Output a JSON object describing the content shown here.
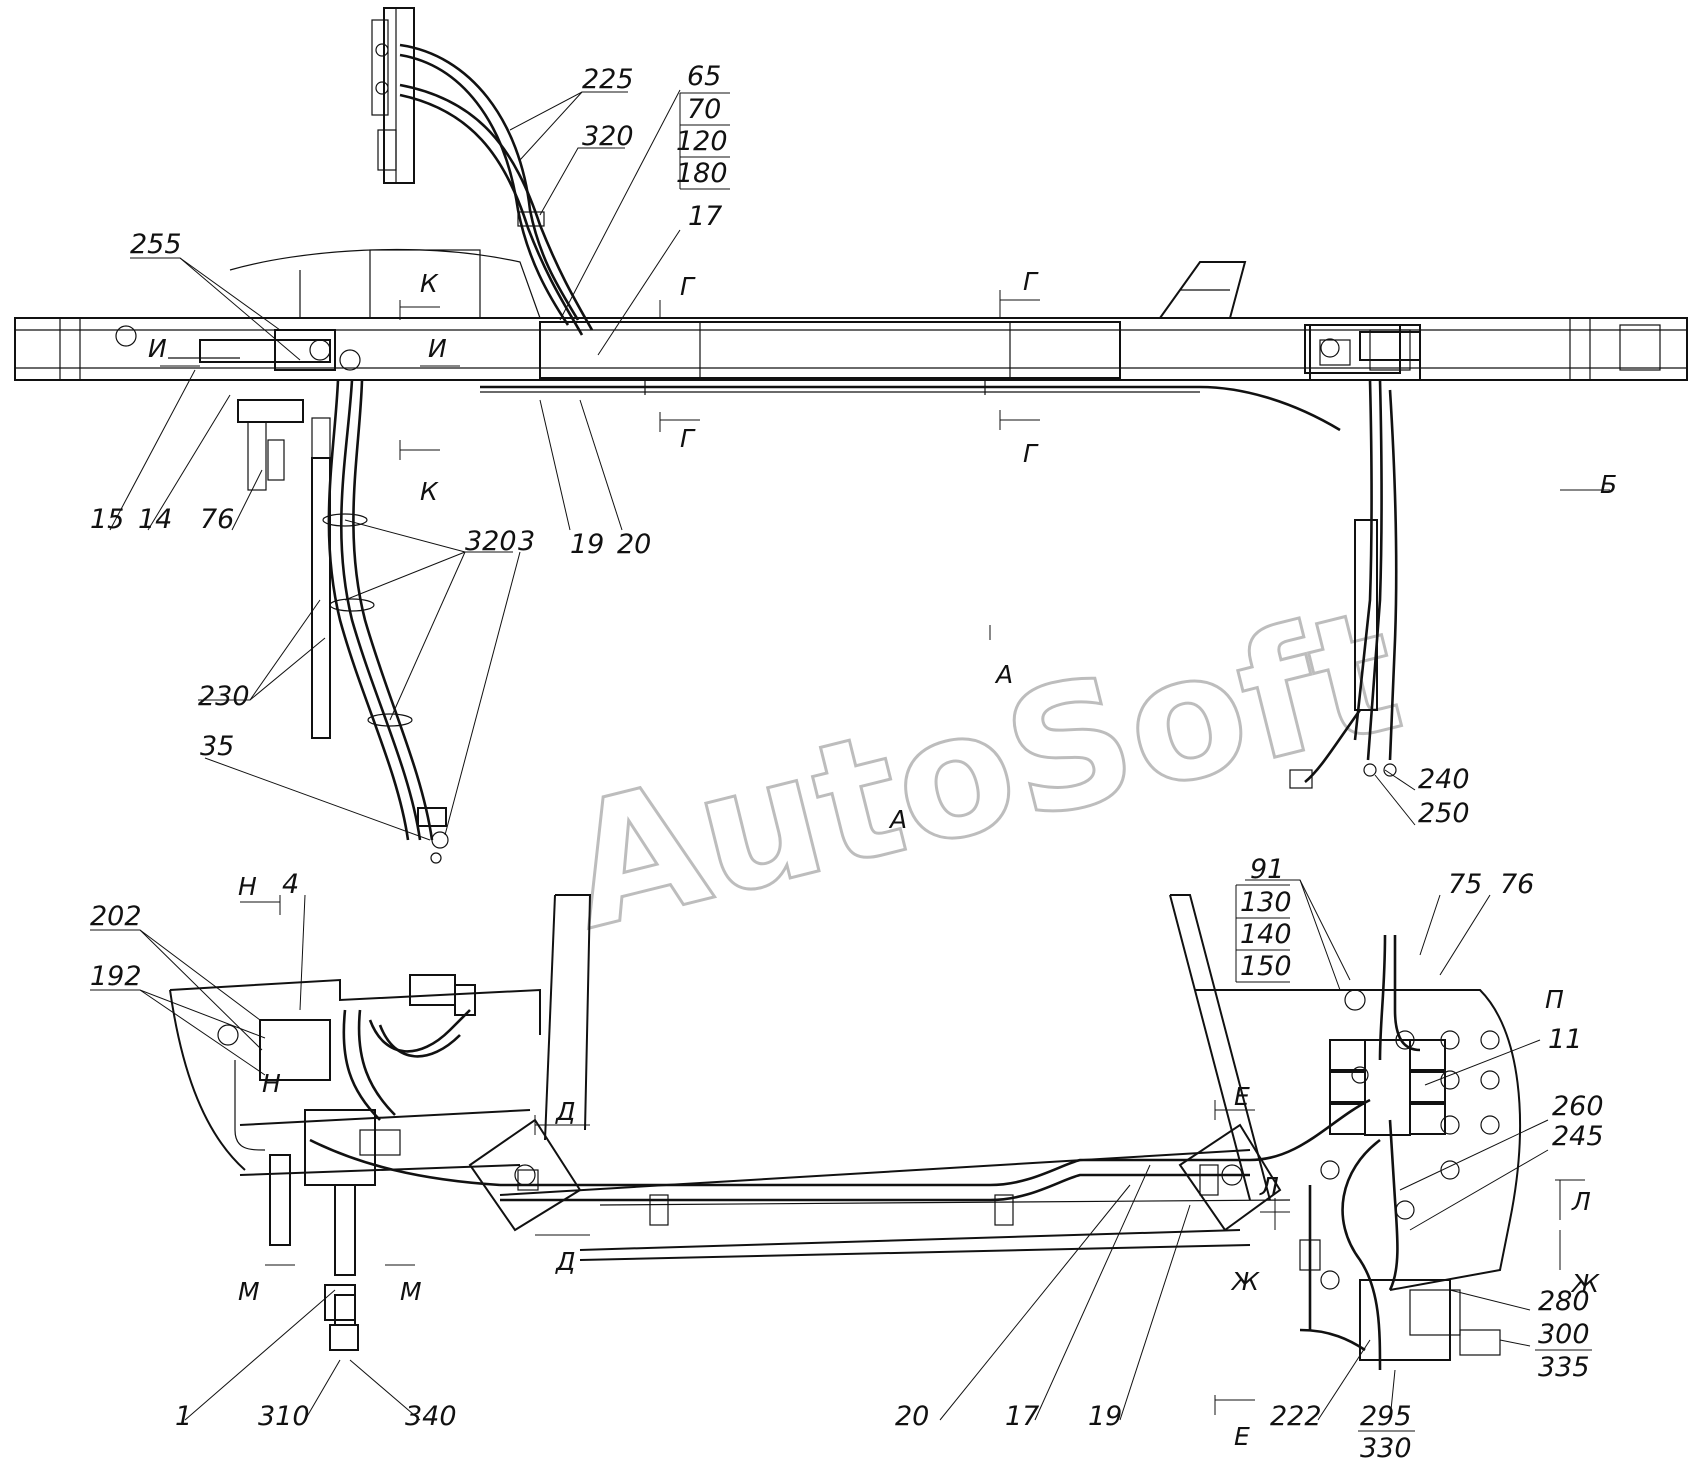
{
  "watermark": "AutoSoft",
  "view_a": {
    "caption": "А",
    "labels": [
      "225",
      "65",
      "70",
      "120",
      "180",
      "320",
      "17",
      "255",
      "15",
      "14",
      "76",
      "320",
      "3",
      "19",
      "20",
      "230",
      "35",
      "240",
      "250"
    ],
    "sections": {
      "k_top": "К",
      "k_bottom": "К",
      "i_left": "И",
      "i_right": "И",
      "g1_top": "Г",
      "g1_bottom": "Г",
      "g2_top": "Г",
      "g2_bottom": "Г",
      "b": "Б",
      "a_arrow": "А"
    }
  },
  "view_b": {
    "labels": [
      "4",
      "202",
      "192",
      "91",
      "130",
      "140",
      "150",
      "75",
      "76",
      "11",
      "260",
      "245",
      "280",
      "300",
      "335",
      "1",
      "310",
      "340",
      "20",
      "17",
      "19",
      "222",
      "295",
      "330"
    ],
    "sections": {
      "n_top": "Н",
      "n_bottom": "Н",
      "m_left": "М",
      "m_right": "М",
      "d_top": "Д",
      "d_bottom": "Д",
      "e_top": "Е",
      "e_bottom": "Е",
      "l_left": "Л",
      "l_right": "Л",
      "zh_left": "Ж",
      "zh_right": "Ж",
      "p": "П"
    }
  }
}
